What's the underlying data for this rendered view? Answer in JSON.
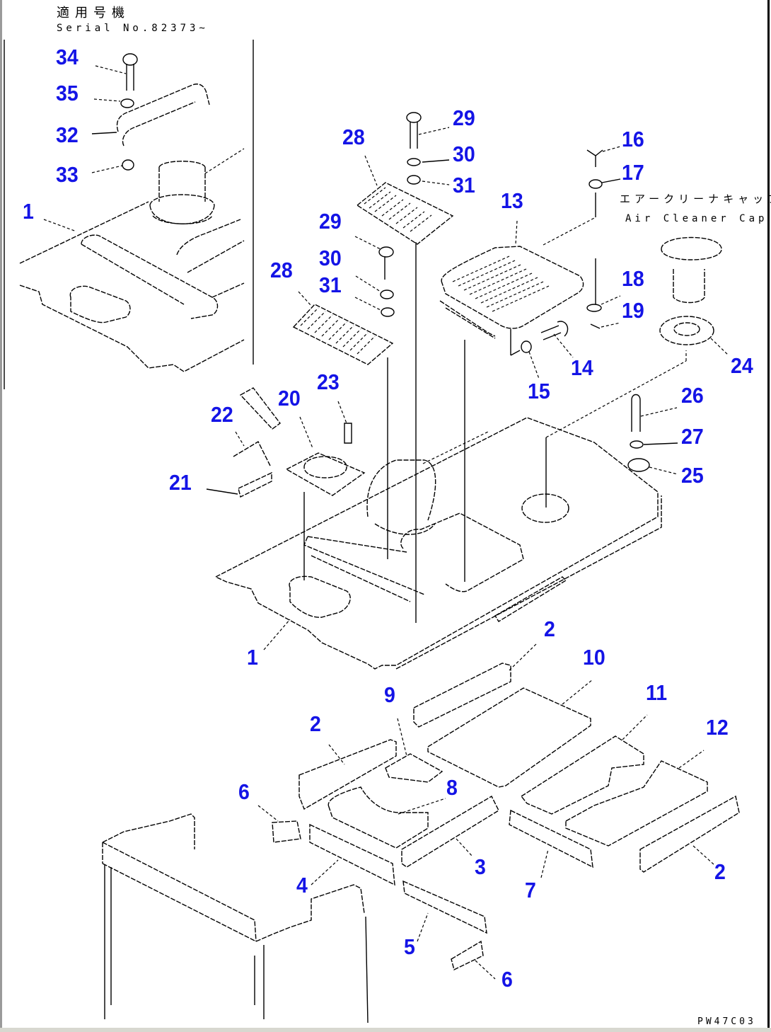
{
  "diagram": {
    "type": "exploded-parts-diagram",
    "inset": {
      "applicable_serial_jp": "適用号機",
      "applicable_serial_en": "Serial No.82373~"
    },
    "annotation": {
      "air_cleaner_cap_jp": "エアークリーナキャップ",
      "air_cleaner_cap_en": "Air Cleaner Cap"
    },
    "drawing_number": "PW47C03",
    "label_color": "#1414e6",
    "callouts": [
      {
        "id": "c34",
        "text": "34"
      },
      {
        "id": "c35",
        "text": "35"
      },
      {
        "id": "c32",
        "text": "32"
      },
      {
        "id": "c33",
        "text": "33"
      },
      {
        "id": "c1a",
        "text": "1"
      },
      {
        "id": "c28a",
        "text": "28"
      },
      {
        "id": "c29a",
        "text": "29"
      },
      {
        "id": "c30a",
        "text": "30"
      },
      {
        "id": "c31a",
        "text": "31"
      },
      {
        "id": "c16",
        "text": "16"
      },
      {
        "id": "c17",
        "text": "17"
      },
      {
        "id": "c13",
        "text": "13"
      },
      {
        "id": "c29b",
        "text": "29"
      },
      {
        "id": "c30b",
        "text": "30"
      },
      {
        "id": "c31b",
        "text": "31"
      },
      {
        "id": "c28b",
        "text": "28"
      },
      {
        "id": "c18",
        "text": "18"
      },
      {
        "id": "c19",
        "text": "19"
      },
      {
        "id": "c14",
        "text": "14"
      },
      {
        "id": "c15",
        "text": "15"
      },
      {
        "id": "c24",
        "text": "24"
      },
      {
        "id": "c23",
        "text": "23"
      },
      {
        "id": "c20",
        "text": "20"
      },
      {
        "id": "c22",
        "text": "22"
      },
      {
        "id": "c21",
        "text": "21"
      },
      {
        "id": "c26",
        "text": "26"
      },
      {
        "id": "c27",
        "text": "27"
      },
      {
        "id": "c25",
        "text": "25"
      },
      {
        "id": "c1b",
        "text": "1"
      },
      {
        "id": "c2a",
        "text": "2"
      },
      {
        "id": "c10",
        "text": "10"
      },
      {
        "id": "c9",
        "text": "9"
      },
      {
        "id": "c11",
        "text": "11"
      },
      {
        "id": "c12",
        "text": "12"
      },
      {
        "id": "c2b",
        "text": "2"
      },
      {
        "id": "c8",
        "text": "8"
      },
      {
        "id": "c6a",
        "text": "6"
      },
      {
        "id": "c3",
        "text": "3"
      },
      {
        "id": "c4",
        "text": "4"
      },
      {
        "id": "c7",
        "text": "7"
      },
      {
        "id": "c2c",
        "text": "2"
      },
      {
        "id": "c5",
        "text": "5"
      },
      {
        "id": "c6b",
        "text": "6"
      }
    ]
  }
}
